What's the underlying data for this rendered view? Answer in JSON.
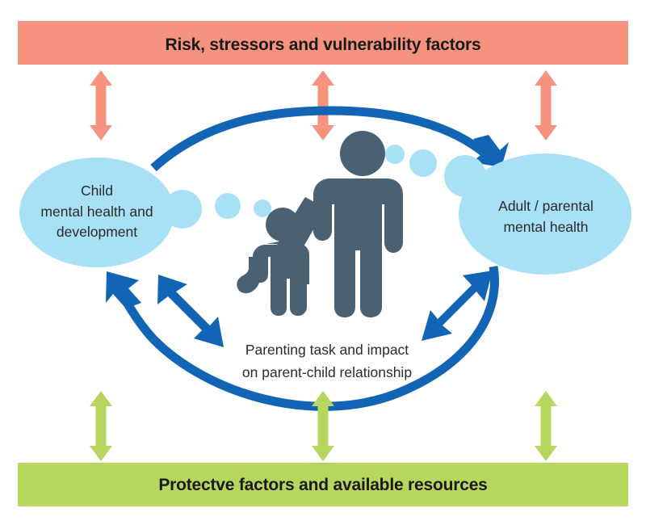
{
  "diagram": {
    "title_top": "Risk, stressors and vulnerability factors",
    "title_bottom": "Protectve factors and available resources",
    "left_cloud": {
      "line1": "Child",
      "line2": "mental health and",
      "line3": "development"
    },
    "right_cloud": {
      "line1": "Adult / parental",
      "line2": "mental health"
    },
    "center": {
      "line1": "Parenting task and impact",
      "line2": "on parent-child relationship"
    },
    "colors": {
      "salmon": "#F5937E",
      "green": "#B7D65D",
      "light_blue": "#A8E1F5",
      "arc_blue": "#1265B5",
      "figure_gray": "#4A6073",
      "text_dark": "#1a1a1a",
      "background": "#ffffff"
    },
    "icons": {
      "adult": "adult-figure-icon",
      "child": "child-figure-icon",
      "thought_bubbles": "thought-bubble-dots-icon"
    },
    "arrows": {
      "top_vertical_count": 3,
      "bottom_vertical_count": 3,
      "top_vertical_label": "risk-factor-bidirectional-arrow",
      "bottom_vertical_label": "protective-factor-bidirectional-arrow",
      "ring_clockwise_label": "child-to-adult-influence-arc",
      "ring_counterclockwise_label": "adult-to-child-influence-arc",
      "diagonal_left_label": "child-parenting-bidirectional-arrow",
      "diagonal_right_label": "adult-parenting-bidirectional-arrow"
    }
  }
}
